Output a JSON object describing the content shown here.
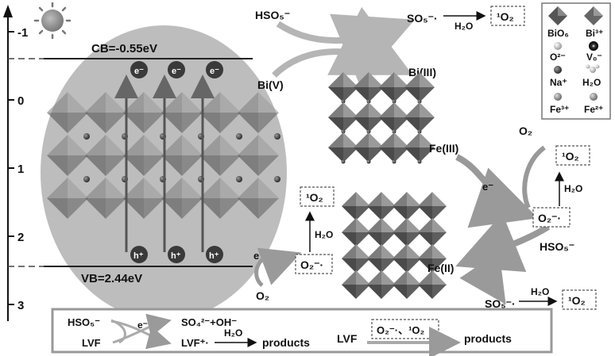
{
  "axis": {
    "ticks": [
      "-1",
      "0",
      "1",
      "2",
      "3"
    ]
  },
  "band": {
    "cb_label": "CB=-0.55eV",
    "vb_label": "VB=2.44eV",
    "electron": "e⁻",
    "hole": "h⁺"
  },
  "reactions": {
    "hso5": "HSO₅⁻",
    "so5_radical": "SO₅⁻·",
    "h2o": "H₂O",
    "singlet_o2": "¹O₂",
    "bi_v": "Bi(V)",
    "bi_iii": "Bi(III)",
    "fe_iii": "Fe(III)",
    "fe_ii": "Fe(II)",
    "o2": "O₂",
    "superoxide": "O₂⁻·",
    "electron": "e⁻"
  },
  "legend": {
    "items": [
      "BiO₆",
      "Bi³⁺",
      "O²⁻",
      "V₀⁻",
      "Na⁺",
      "H₂O",
      "Fe³⁺",
      "Fe²⁺"
    ]
  },
  "bottom": {
    "hso5": "HSO₅⁻",
    "electron": "e⁻",
    "so4_oh": "SO₄²⁻+OH⁻",
    "lvf": "LVF",
    "lvf_radical": "LVF⁺·",
    "h2o": "H₂O",
    "products": "products",
    "lvf2": "LVF",
    "ros": "O₂⁻·、¹O₂",
    "products2": "products"
  }
}
